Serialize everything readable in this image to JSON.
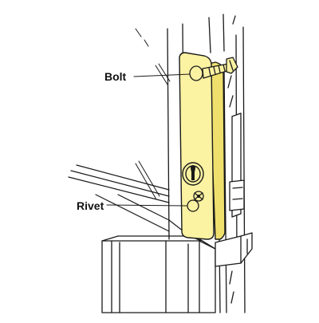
{
  "labels": {
    "bolt": "Bolt",
    "rivet": "Rivet"
  },
  "colors": {
    "plate_fill": "#fbf2a2",
    "plate_shade": "#efe06d",
    "line": "#1a1a1a",
    "background": "#ffffff"
  },
  "parts": [
    "door-frame",
    "door",
    "latch-guard-plate",
    "bolt",
    "rivet",
    "key-cylinder",
    "strike-plate",
    "door-closer-box"
  ]
}
